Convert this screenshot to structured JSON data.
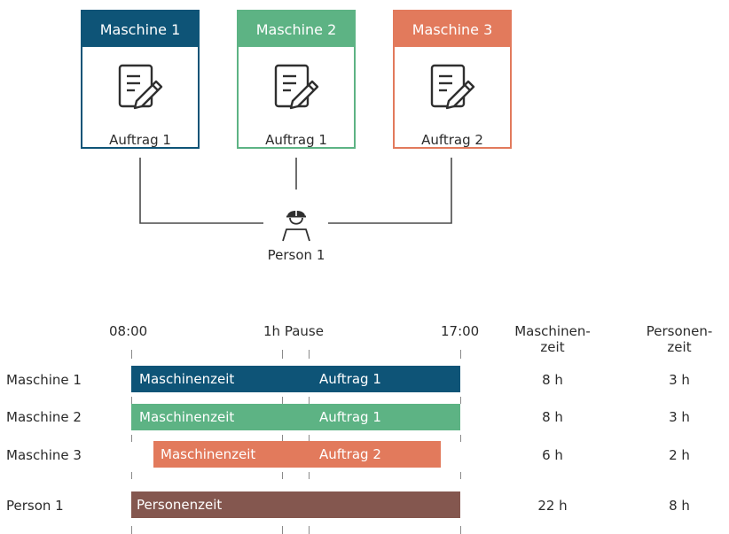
{
  "colors": {
    "machine1": "#0e5477",
    "machine2": "#5db384",
    "machine3": "#e27a5c",
    "person": "#84574f",
    "lines": "#4a4a4a"
  },
  "cards": [
    {
      "title": "Maschine 1",
      "icon": "document-edit-icon",
      "label": "Auftrag 1"
    },
    {
      "title": "Maschine 2",
      "icon": "document-edit-icon",
      "label": "Auftrag 1"
    },
    {
      "title": "Maschine 3",
      "icon": "document-edit-icon",
      "label": "Auftrag 2"
    }
  ],
  "person": {
    "icon": "worker-hardhat-icon",
    "label": "Person 1"
  },
  "timeline": {
    "start_label": "08:00",
    "pause_label": "1h Pause",
    "end_label": "17:00",
    "col_machine_time": [
      "Maschinen-",
      "zeit"
    ],
    "col_person_time": [
      "Personen-",
      "zeit"
    ],
    "rows": [
      {
        "label": "Maschine 1",
        "bar_left": "Maschinenzeit",
        "bar_right": "Auftrag 1",
        "machine_time": "8 h",
        "person_time": "3 h"
      },
      {
        "label": "Maschine 2",
        "bar_left": "Maschinenzeit",
        "bar_right": "Auftrag 1",
        "machine_time": "8 h",
        "person_time": "3 h"
      },
      {
        "label": "Maschine 3",
        "bar_left": "Maschinenzeit",
        "bar_right": "Auftrag 2",
        "machine_time": "6 h",
        "person_time": "2 h"
      },
      {
        "label": "Person 1",
        "bar_left": "Personenzeit",
        "machine_time": "22 h",
        "person_time": "8 h"
      }
    ]
  }
}
